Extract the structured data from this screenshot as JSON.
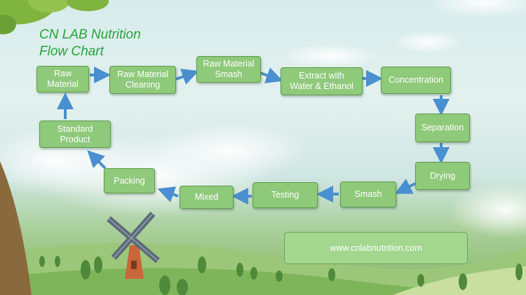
{
  "title": {
    "line1": "CN LAB Nutrition",
    "line2": "Flow Chart"
  },
  "nodes": {
    "raw_material": "Raw\nMaterial",
    "raw_material_cleaning": "Raw Material\nCleaning",
    "raw_material_smash": "Raw Material\nSmash",
    "extract": "Extract with\nWater & Ethanol",
    "concentration": "Concentration",
    "separation": "Separation",
    "drying": "Drying",
    "smash": "Smash",
    "testing": "Testing",
    "mixed": "Mixed",
    "packing": "Packing",
    "standard_product": "Standard\nProduct"
  },
  "website": "www.cnlabnutrition.com",
  "colors": {
    "node_fill": "#8fc97a",
    "arrow": "#4a8fd0",
    "title": "#27a33a"
  }
}
